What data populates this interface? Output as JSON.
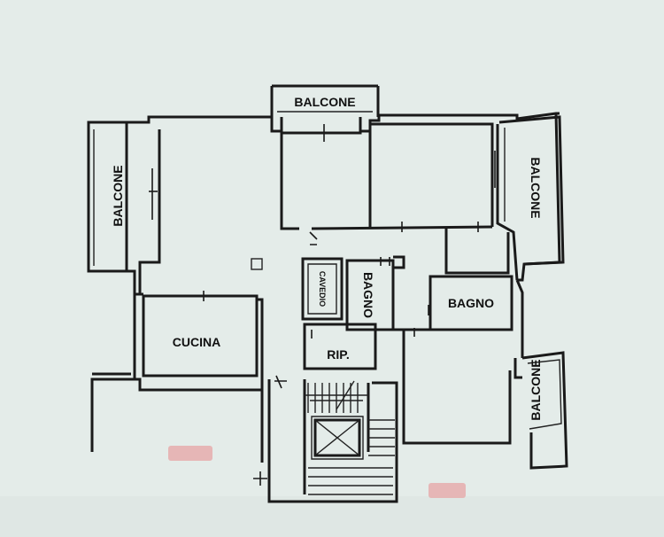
{
  "rooms": {
    "balcone_top": "BALCONE",
    "balcone_left": "BALCONE",
    "balcone_right": "BALCONE",
    "balcone_bottom_right": "BALCONE",
    "cavedio": "CAVEDIO",
    "bagno_vertical": "BAGNO",
    "bagno": "BAGNO",
    "cucina": "CUCINA",
    "ripostiglio": "RIP."
  },
  "colors": {
    "paper": "#e3ebe8",
    "ink": "#1a1a1a",
    "redaction": "#e6adad"
  }
}
